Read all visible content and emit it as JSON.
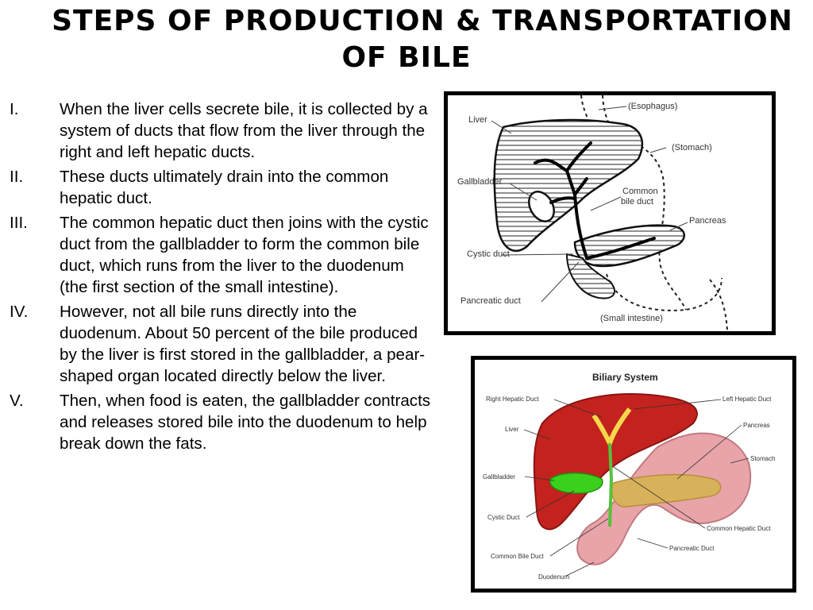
{
  "slide": {
    "title_line1": "Steps of production & transportation",
    "title_line2": "of bile"
  },
  "steps": [
    {
      "num": "I.",
      "text": "When the liver cells secrete bile, it is collected by a system of ducts that flow from the liver through the right and left hepatic ducts."
    },
    {
      "num": "II.",
      "text": "These ducts ultimately drain into the common hepatic duct."
    },
    {
      "num": "III.",
      "text": "The common hepatic duct then joins with the cystic duct from the gallbladder to form the common bile duct, which runs from the liver to the duodenum (the first section of the small intestine)."
    },
    {
      "num": "IV.",
      "text": "However, not all bile runs directly into the duodenum. About 50 percent of the bile produced by the liver is first stored in the gallbladder, a pear-shaped organ located directly below the liver."
    },
    {
      "num": "V.",
      "text": "Then, when food is eaten, the gallbladder contracts and releases stored bile into the duodenum to help break down the fats."
    }
  ],
  "figure1": {
    "labels": {
      "esophagus": "(Esophagus)",
      "liver": "Liver",
      "stomach": "(Stomach)",
      "gallbladder": "Gallbladder",
      "common_bile_duct_1": "Common",
      "common_bile_duct_2": "bile duct",
      "pancreas": "Pancreas",
      "cystic_duct": "Cystic duct",
      "pancreatic_duct": "Pancreatic duct",
      "small_intestine": "(Small intestine)"
    }
  },
  "figure2": {
    "title": "Biliary System",
    "labels": {
      "right_hepatic_duct": "Right Hepatic Duct",
      "left_hepatic_duct": "Left Hepatic Duct",
      "liver": "Liver",
      "pancreas": "Pancreas",
      "stomach": "Stomach",
      "gallbladder": "Gallbladder",
      "cystic_duct": "Cystic Duct",
      "common_hepatic_duct": "Common Hepatic Duct",
      "common_bile_duct": "Common Bile Duct",
      "pancreatic_duct": "Pancreatic Duct",
      "duodenum": "Duodenum"
    }
  }
}
